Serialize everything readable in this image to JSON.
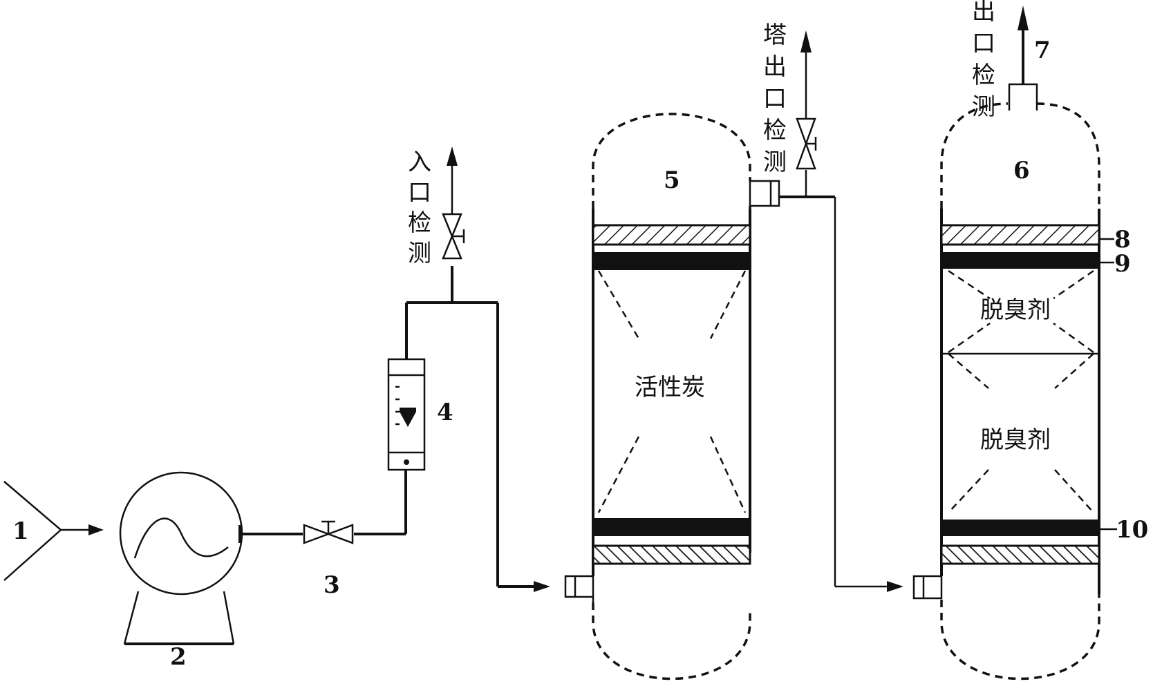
{
  "labels": {
    "n1": "1",
    "n2": "2",
    "n3": "3",
    "n4": "4",
    "n5": "5",
    "n6": "6",
    "n7": "7",
    "n8": "8",
    "n9": "9",
    "n10": "10"
  },
  "text": {
    "inlet_detect": [
      "入",
      "口",
      "检",
      "测"
    ],
    "tower_outlet_detect": [
      "塔",
      "出",
      "口",
      "检",
      "测"
    ],
    "outlet_detect": [
      "出",
      "口",
      "检",
      "测"
    ],
    "activated_carbon": "活性炭",
    "deodorant_upper": "脱臭剂",
    "deodorant_lower": "脱臭剂"
  }
}
